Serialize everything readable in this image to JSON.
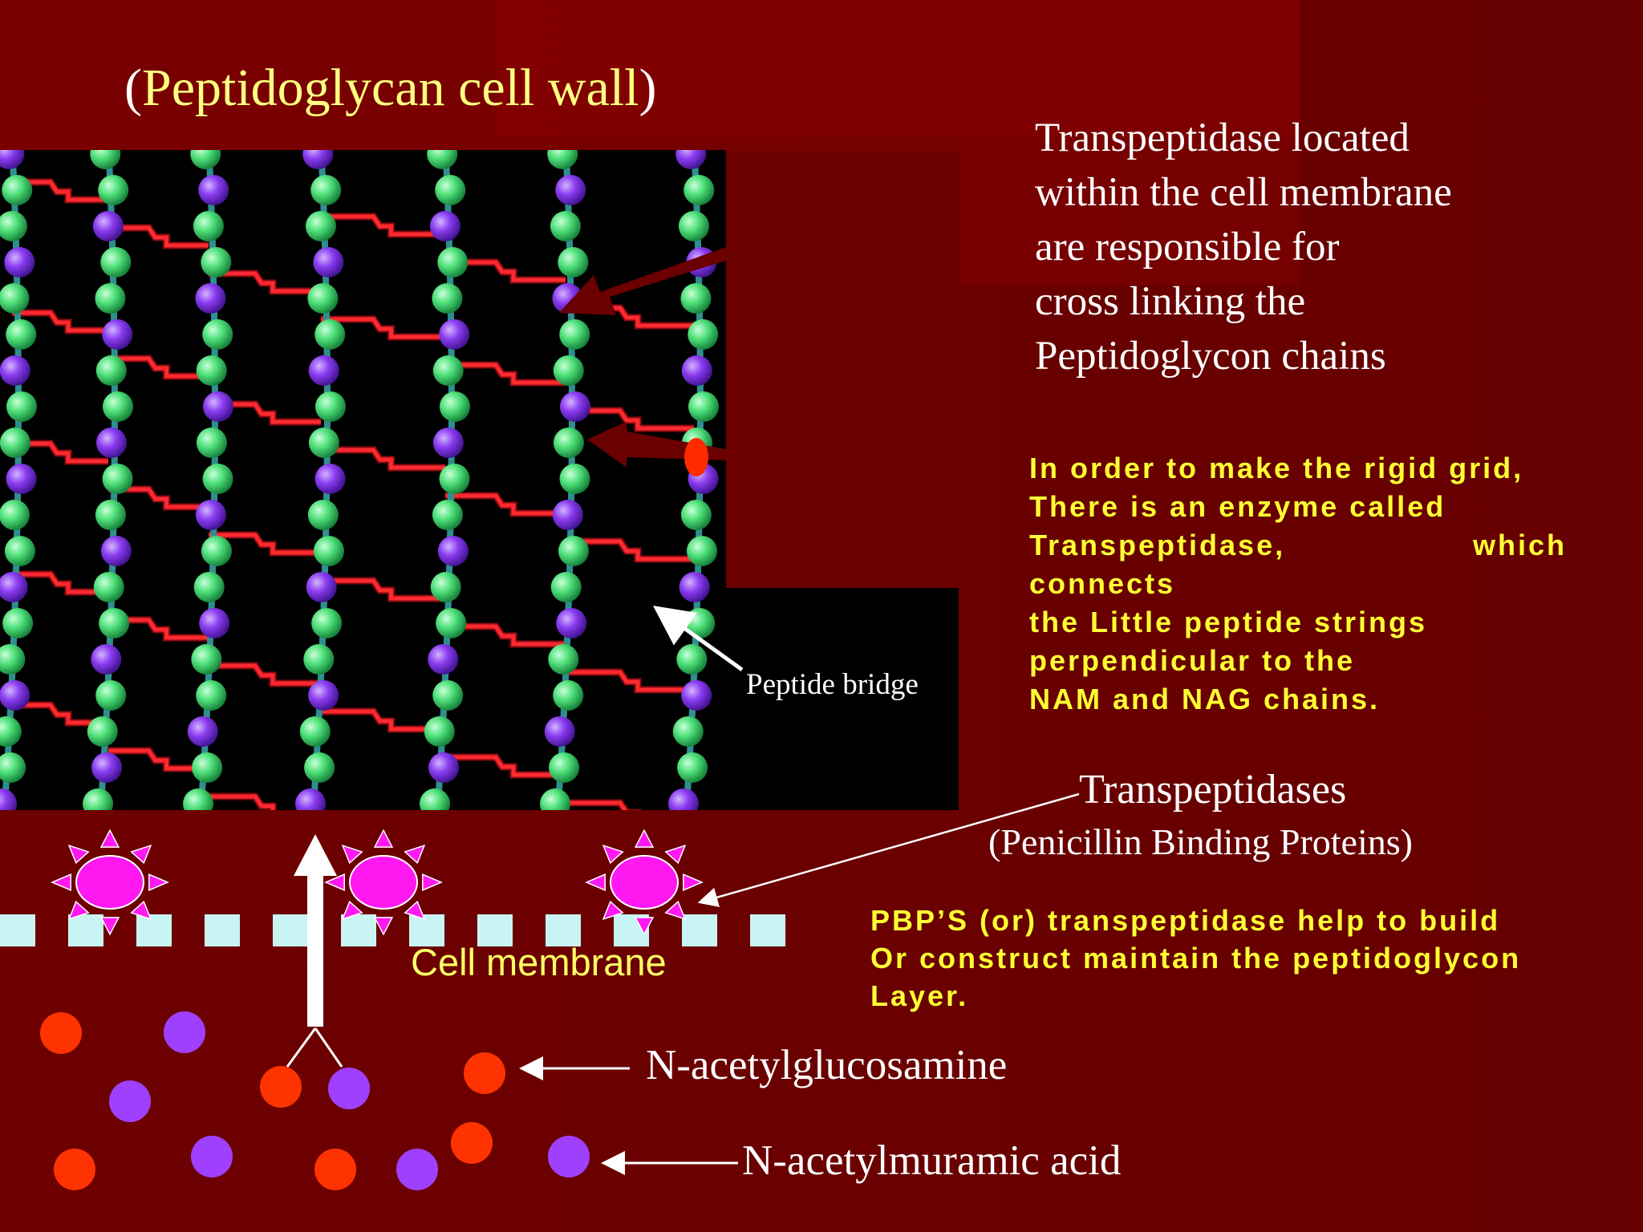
{
  "title": {
    "open_paren": "(",
    "text": "Peptidoglycan cell wall",
    "close_paren": ")"
  },
  "transpeptidase_note": {
    "lines": [
      "Transpeptidase located",
      "within the cell membrane",
      "are responsible for",
      "cross linking the",
      "Peptidoglycon chains"
    ]
  },
  "rigid_grid_note": {
    "line1": "In order to make the rigid grid,",
    "line2": "There is an enzyme called",
    "line3_left": "Transpeptidase,",
    "line3_right": "which",
    "line4": "connects",
    "line5": "the Little peptide strings",
    "line6": "perpendicular to the",
    "line7": "NAM and NAG chains."
  },
  "micrograph": {
    "peptide_bridge_label": "Peptide bridge"
  },
  "membrane_diagram": {
    "transpeptidases_label": "Transpeptidases",
    "pbp_label": "(Penicillin Binding Proteins)",
    "cell_membrane_label": "Cell membrane",
    "nag_label": "N-acetylglucosamine",
    "nam_label": "N-acetylmuramic acid"
  },
  "pbp_note": {
    "lines": [
      "PBP’S (or) transpeptidase help to build",
      "Or construct maintain the peptidoglycon",
      "Layer."
    ]
  },
  "colors": {
    "background": "#6e0000",
    "title_text": "#ffff80",
    "highlight_text": "#ffff33",
    "green_bead": "#4fe07a",
    "purple_bead": "#8a3cf0",
    "peptide_bridge": "#e8141e",
    "pbp_fill": "#ff18f0",
    "membrane_block": "#c8f4f4",
    "nag_dot": "#ff3300",
    "nam_dot": "#a040ff",
    "arrow_dark": "#6a0000"
  }
}
